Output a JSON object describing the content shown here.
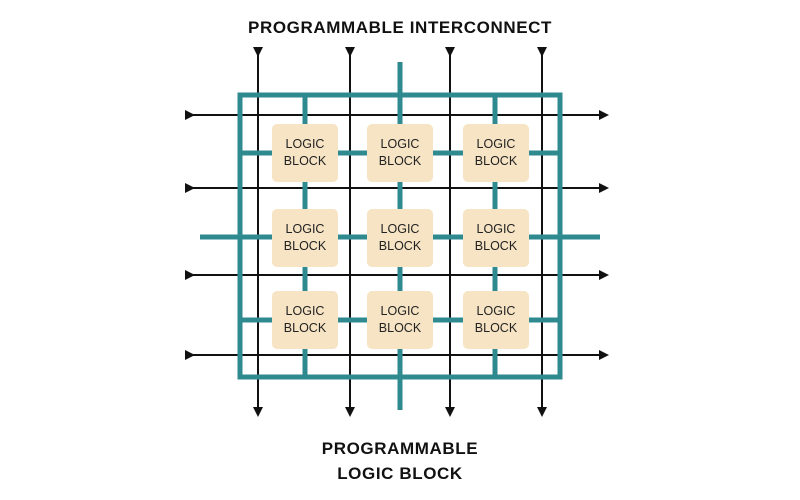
{
  "diagram": {
    "title_top": "PROGRAMMABLE INTERCONNECT",
    "title_bottom_line1": "PROGRAMMABLE",
    "title_bottom_line2": "LOGIC BLOCK",
    "block_label_line1": "LOGIC",
    "block_label_line2": "BLOCK",
    "grid": {
      "rows": 3,
      "cols": 3
    },
    "colors": {
      "interconnect": "#2f8a8f",
      "arrow": "#111111",
      "block_fill": "#f6e4c4",
      "text": "#111111"
    }
  }
}
